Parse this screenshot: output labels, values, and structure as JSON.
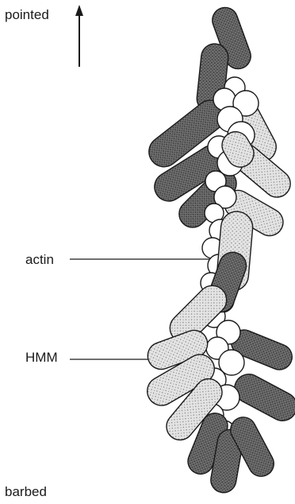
{
  "labels": {
    "top_end": "pointed",
    "bottom_end": "barbed",
    "actin": "actin",
    "hmm": "HMM"
  },
  "colors": {
    "dark_subfragment": "#6f6f6f",
    "light_subfragment": "#dedede",
    "actin_monomer": "#ffffff",
    "outline": "#1a1a1a"
  }
}
